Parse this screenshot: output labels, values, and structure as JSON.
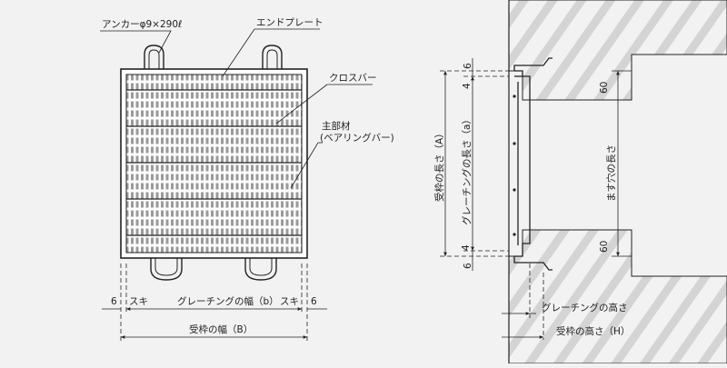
{
  "plan": {
    "labels": {
      "anchor": "アンカーφ9×290ℓ",
      "end_plate": "エンドプレート",
      "cross_bar": "クロスバー",
      "main_bar_1": "主部材",
      "main_bar_2": "(ベアリングバー)"
    },
    "dims": {
      "clear_left": "6",
      "ski_left": "スキ",
      "grating_width": "グレーチングの幅（b）",
      "ski_right": "スキ",
      "clear_right": "6",
      "frame_width": "受枠の幅（B）"
    }
  },
  "section": {
    "dims": {
      "top_gap": "6",
      "top_frame": "4",
      "bottom_frame": "4",
      "bottom_gap": "6",
      "frame_length": "受枠の長さ（A）",
      "grating_length": "グレーチングの長さ（a）",
      "opening_length": "ます穴の長さ",
      "depth_top": "60",
      "depth_bottom": "60",
      "grating_height": "グレーチングの高さ",
      "frame_height": "受枠の高さ（H）"
    }
  },
  "colors": {
    "background": "#f2f2f2",
    "line": "#222222",
    "concrete_hatch": "#cfcfcf"
  }
}
